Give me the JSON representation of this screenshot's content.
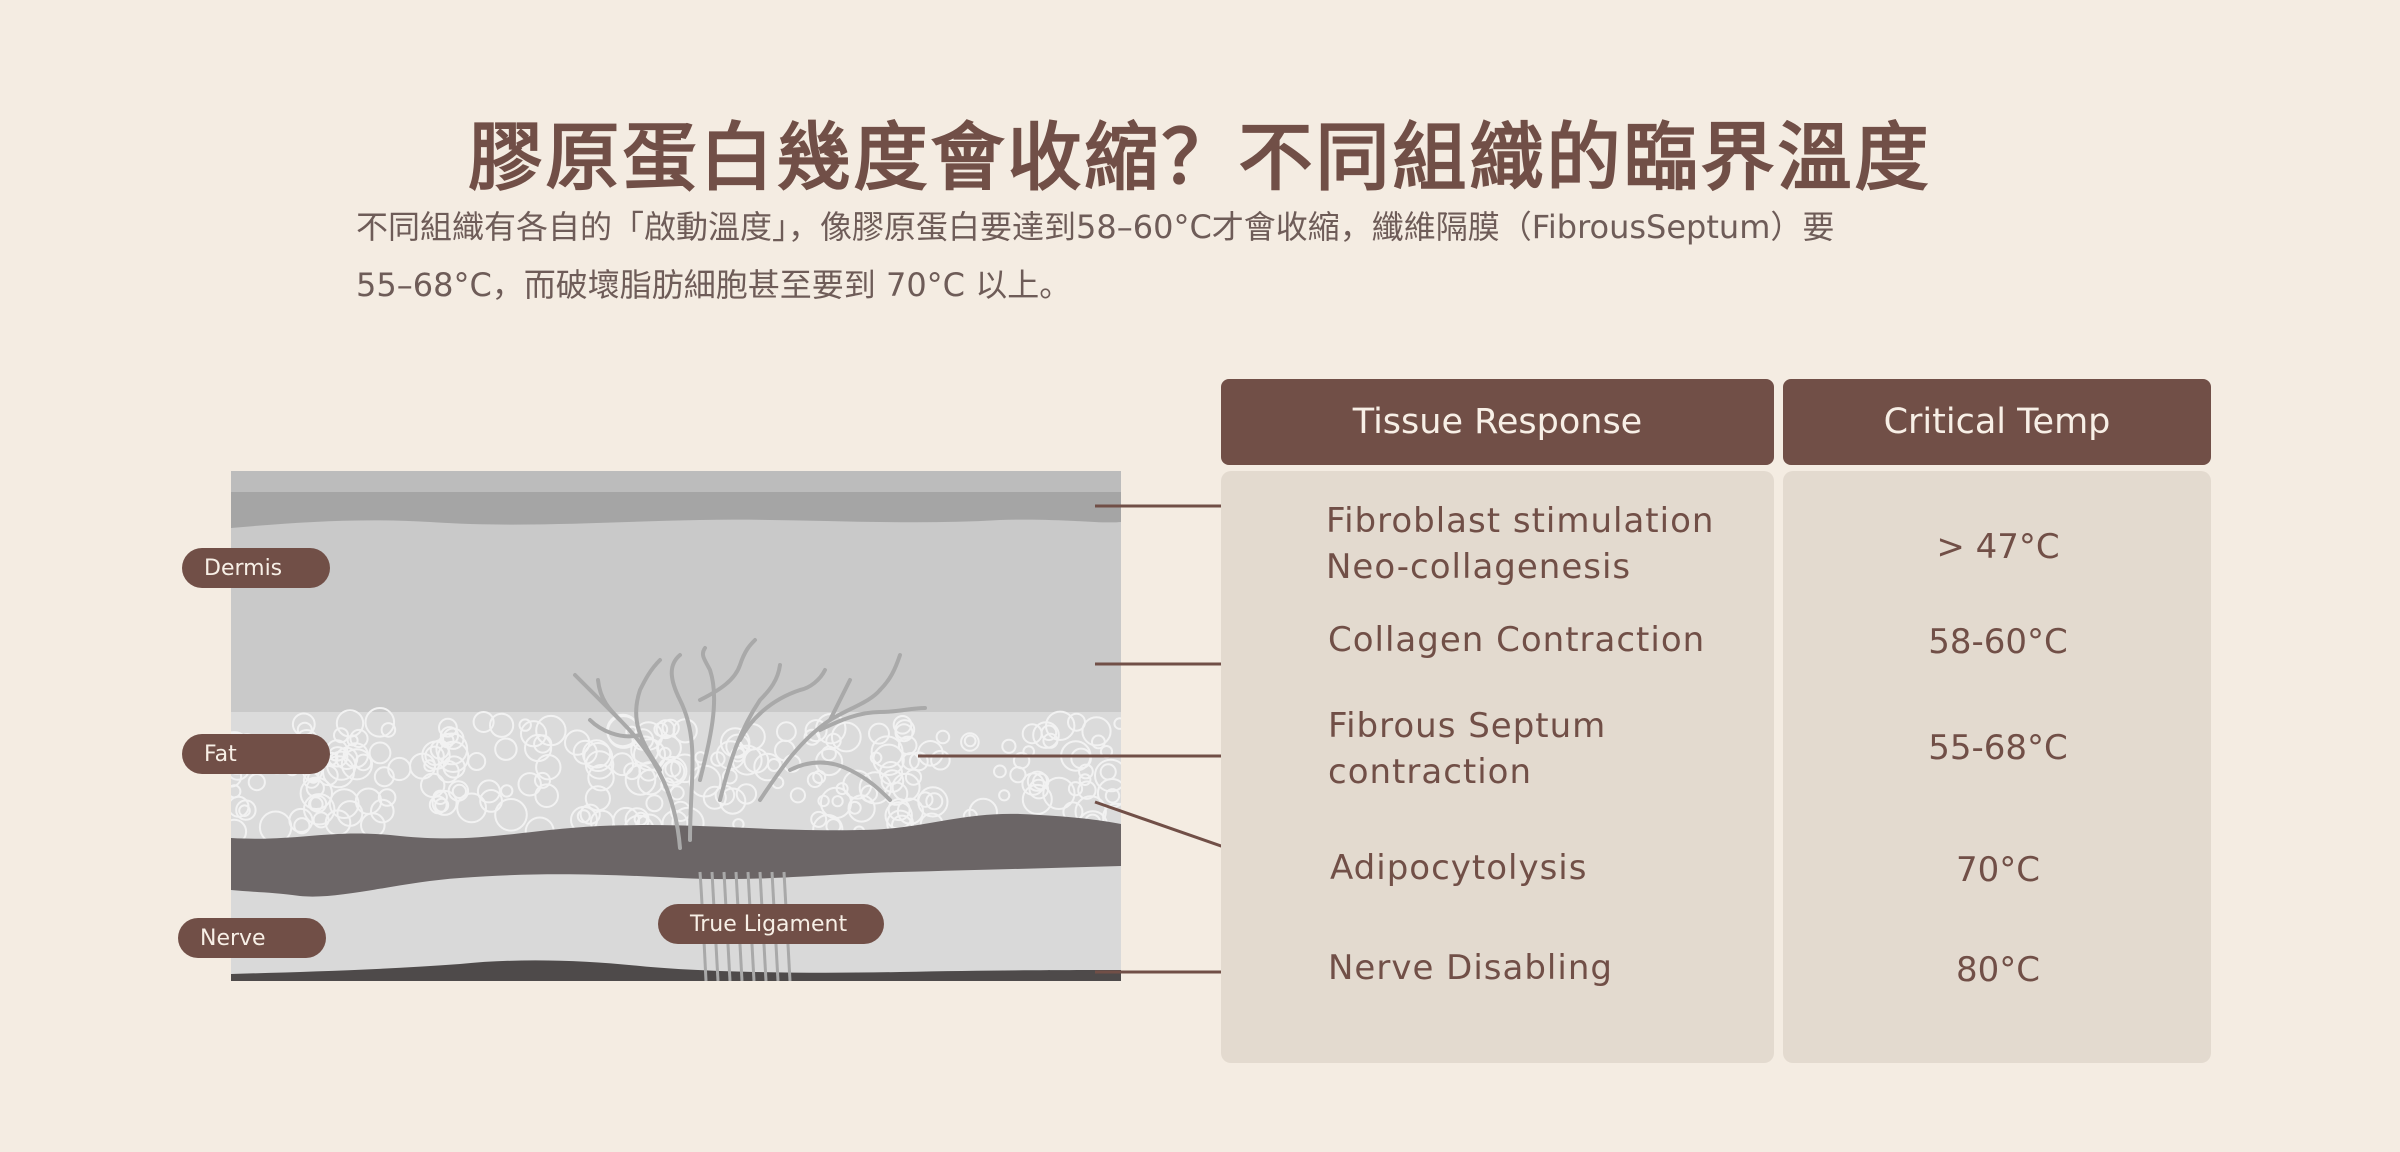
{
  "header": {
    "title": "膠原蛋白幾度會收縮？不同組織的臨界溫度",
    "subtitle_line1": "不同組織有各自的「啟動溫度」，像膠原蛋白要達到58–60°C才會收縮，纖維隔膜（FibrousSeptum）要",
    "subtitle_line2": "55–68°C，而破壞脂肪細胞甚至要到 70°C 以上。"
  },
  "diagram": {
    "labels": {
      "dermis": "Dermis",
      "fat": "Fat",
      "nerve": "Nerve",
      "true_ligament": "True Ligament"
    },
    "colors": {
      "pill": "#714f47",
      "dermis": "#c9c9c9",
      "fat": "#d9d9d9",
      "muscle": "#6b6566"
    }
  },
  "table": {
    "headers": {
      "response": "Tissue Response",
      "temp": "Critical Temp"
    },
    "rows": [
      {
        "response_line1": "Fibroblast stimulation",
        "response_line2": "Neo-collagenesis",
        "temp": "> 47°C"
      },
      {
        "response_line1": "Collagen Contraction",
        "response_line2": "",
        "temp": "58-60°C"
      },
      {
        "response_line1": "Fibrous Septum",
        "response_line2": "contraction",
        "temp": "55-68°C"
      },
      {
        "response_line1": "Adipocytolysis",
        "response_line2": "",
        "temp": "70°C"
      },
      {
        "response_line1": "Nerve Disabling",
        "response_line2": "",
        "temp": "80°C"
      }
    ],
    "colors": {
      "header_bg": "#714f47",
      "body_bg": "#e3dacf"
    }
  }
}
